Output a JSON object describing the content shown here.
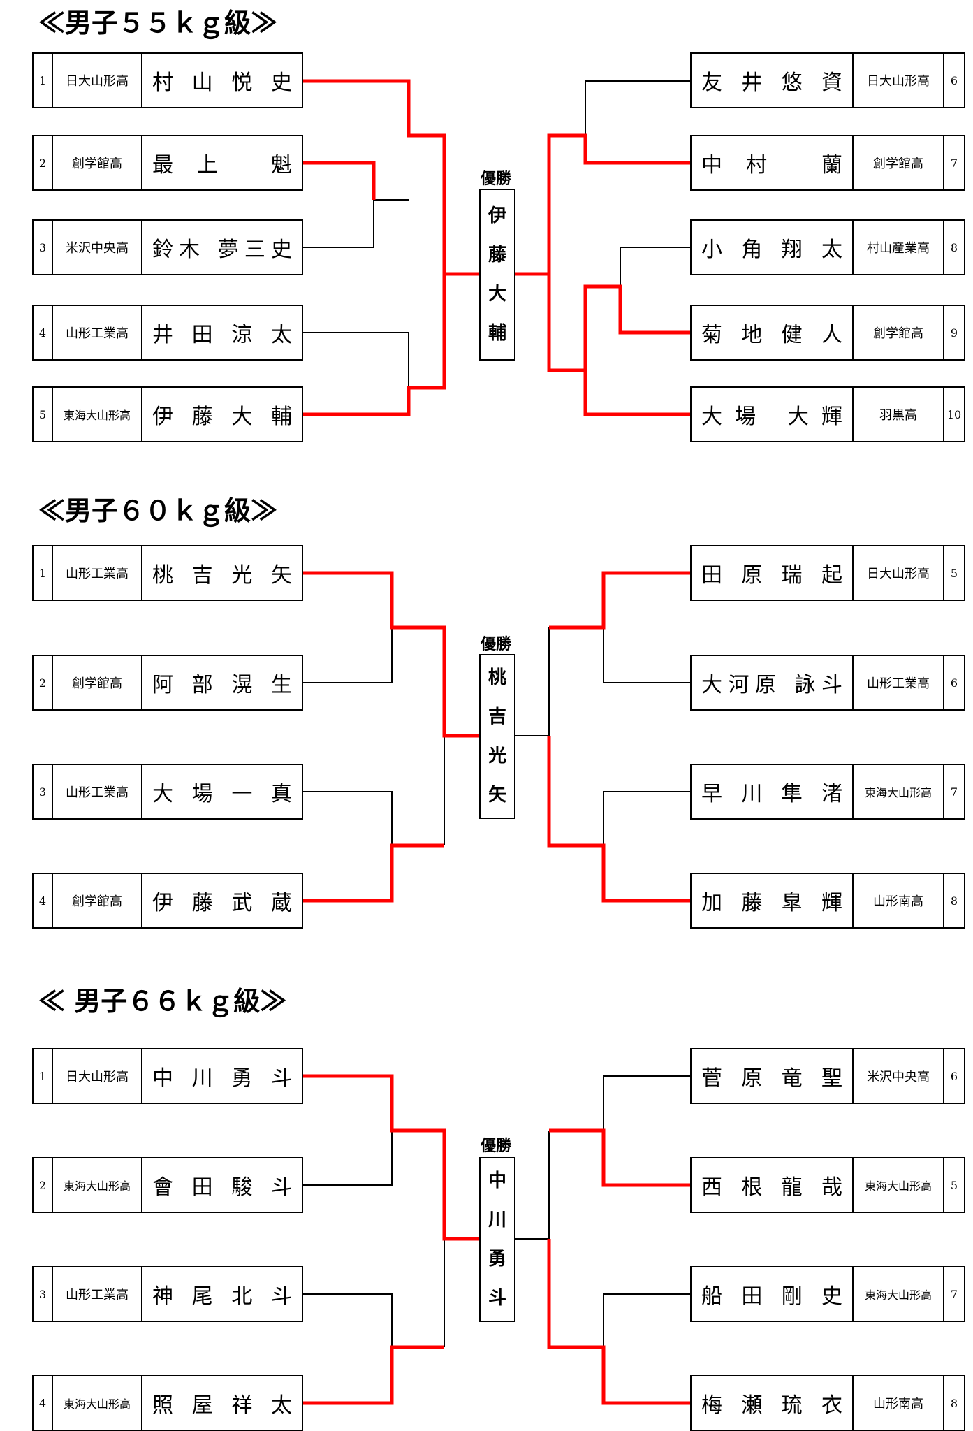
{
  "winner_label": "優勝",
  "brackets": [
    {
      "title": "≪男子５５ｋｇ級≫",
      "champion": "伊藤大輔",
      "left": [
        {
          "seed": "1",
          "school": "日大山形高",
          "name": "村山悦史"
        },
        {
          "seed": "2",
          "school": "創学館高",
          "name": "最上　魁"
        },
        {
          "seed": "3",
          "school": "米沢中央高",
          "name": "鈴木 夢三史"
        },
        {
          "seed": "4",
          "school": "山形工業高",
          "name": "井田涼太"
        },
        {
          "seed": "5",
          "school": "東海大山形高",
          "name": "伊藤大輔"
        }
      ],
      "right": [
        {
          "seed": "6",
          "school": "日大山形高",
          "name": "友井悠資"
        },
        {
          "seed": "7",
          "school": "創学館高",
          "name": "中村　蘭"
        },
        {
          "seed": "8",
          "school": "村山産業高",
          "name": "小角翔太"
        },
        {
          "seed": "9",
          "school": "創学館高",
          "name": "菊地健人"
        },
        {
          "seed": "10",
          "school": "羽黒高",
          "name": "大場 大輝"
        }
      ]
    },
    {
      "title": "≪男子６０ｋｇ級≫",
      "champion": "桃吉光矢",
      "left": [
        {
          "seed": "1",
          "school": "山形工業高",
          "name": "桃吉光矢"
        },
        {
          "seed": "2",
          "school": "創学館高",
          "name": "阿部滉生"
        },
        {
          "seed": "3",
          "school": "山形工業高",
          "name": "大場一真"
        },
        {
          "seed": "4",
          "school": "創学館高",
          "name": "伊藤武蔵"
        }
      ],
      "right": [
        {
          "seed": "5",
          "school": "日大山形高",
          "name": "田原瑞起"
        },
        {
          "seed": "6",
          "school": "山形工業高",
          "name": "大河原 詠斗"
        },
        {
          "seed": "7",
          "school": "東海大山形高",
          "name": "早川隼渚"
        },
        {
          "seed": "8",
          "school": "山形南高",
          "name": "加藤皐輝"
        }
      ]
    },
    {
      "title": "≪ 男子６６ｋｇ級≫",
      "champion": "中川勇斗",
      "left": [
        {
          "seed": "1",
          "school": "日大山形高",
          "name": "中川勇斗"
        },
        {
          "seed": "2",
          "school": "東海大山形高",
          "name": "會田駿斗"
        },
        {
          "seed": "3",
          "school": "山形工業高",
          "name": "神尾北斗"
        },
        {
          "seed": "4",
          "school": "東海大山形高",
          "name": "照屋祥太"
        }
      ],
      "right": [
        {
          "seed": "6",
          "school": "米沢中央高",
          "name": "菅原竜聖"
        },
        {
          "seed": "5",
          "school": "東海大山形高",
          "name": "西根龍哉"
        },
        {
          "seed": "7",
          "school": "東海大山形高",
          "name": "船田剛史"
        },
        {
          "seed": "8",
          "school": "山形南高",
          "name": "梅瀬琉衣"
        }
      ]
    }
  ],
  "colors": {
    "winner_line": "#ff0000",
    "line": "#000000"
  }
}
